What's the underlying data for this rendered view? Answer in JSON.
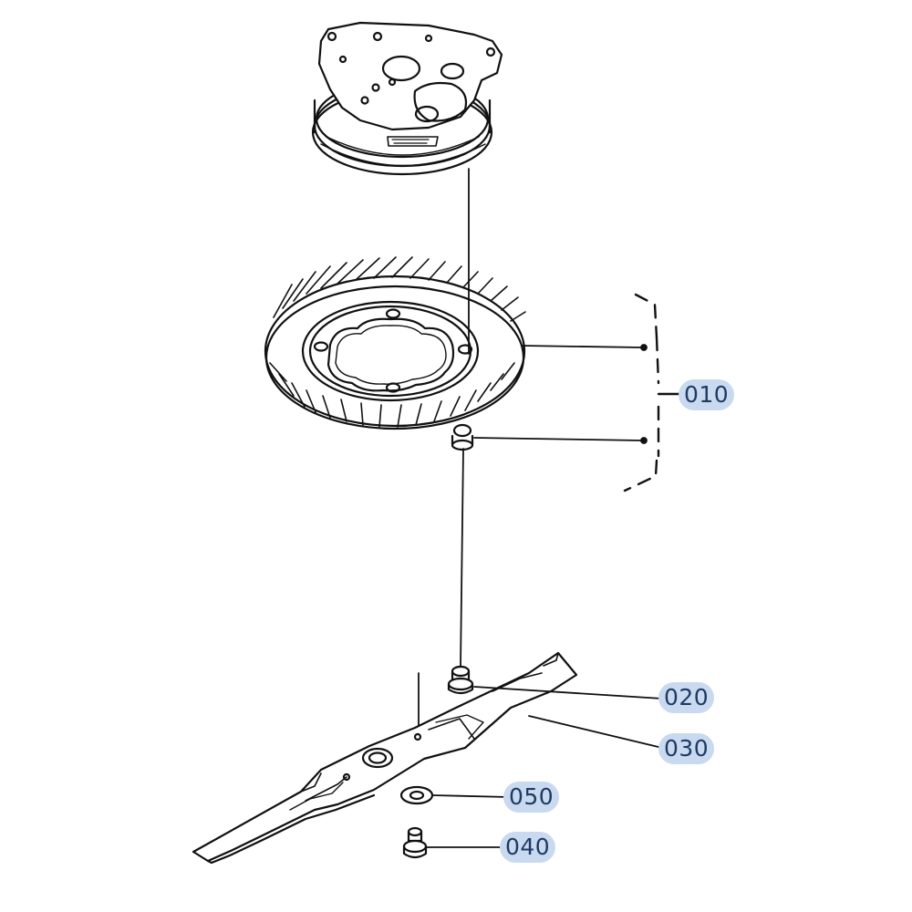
{
  "callouts": {
    "c010": "010",
    "c020": "020",
    "c030": "030",
    "c040": "040",
    "c050": "050"
  },
  "colors": {
    "ink": "#111111",
    "highlight": "#c9daf0",
    "label_text": "#1f3b63"
  },
  "icons": [
    "drive-hub-icon",
    "fan-ring-icon",
    "flange-bolt-icon",
    "blade-icon",
    "washer-icon",
    "bolt-icon"
  ]
}
